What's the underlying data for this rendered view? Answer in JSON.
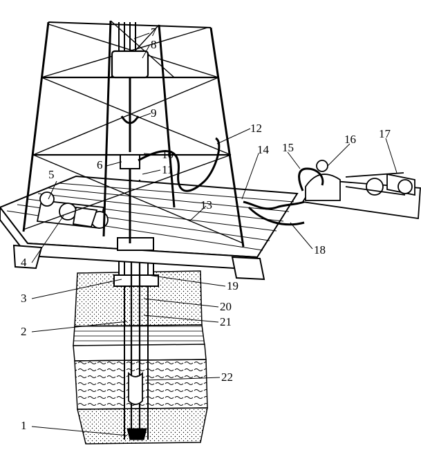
{
  "callouts": {
    "c1": "1",
    "c2": "2",
    "c3": "3",
    "c4": "4",
    "c5": "5",
    "c6": "6",
    "c7": "7",
    "c8": "8",
    "c9": "9",
    "c10": "10",
    "c11": "11",
    "c12": "12",
    "c13": "13",
    "c14": "14",
    "c15": "15",
    "c16": "16",
    "c17": "17",
    "c18": "18",
    "c19": "19",
    "c20": "20",
    "c21": "21",
    "c22": "22"
  },
  "colors": {
    "ink": "#000000",
    "paper": "#ffffff",
    "rock": "#e9e9e9"
  }
}
